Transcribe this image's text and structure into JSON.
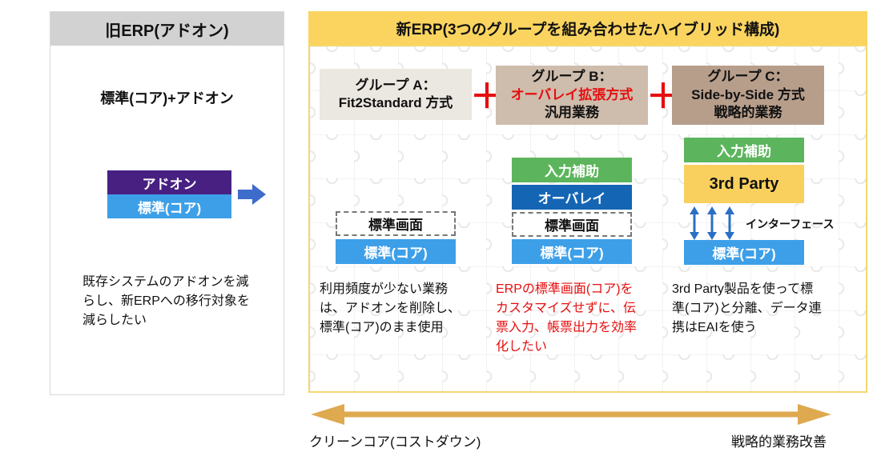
{
  "colors": {
    "old_header_bg": "#D2D2D2",
    "new_header_bg": "#FAD45F",
    "panel_border_yellow": "#F5D76E",
    "addon_purple": "#472082",
    "core_blue": "#3D9FE8",
    "assist_green": "#5CB55C",
    "overlay_blue": "#1565B5",
    "third_party_yellow": "#F9D05E",
    "accent_red": "#E60E0E",
    "axis_gold": "#DEA94F",
    "flow_arrow_blue": "#3D6CCB",
    "interface_arrow_blue": "#2B6FC5"
  },
  "old_erp": {
    "title": "旧ERP(アドオン)",
    "formula": "標準(コア)+アドオン",
    "stack": [
      {
        "label": "アドオン"
      },
      {
        "label": "標準(コア)"
      }
    ],
    "description": "既存システムのアドオンを減らし、新ERPへの移行対象を減らしたい"
  },
  "new_erp": {
    "title": "新ERP(3つのグループを組み合わせたハイブリッド構成)",
    "plus": "＋",
    "interface_label": "インターフェース",
    "groups": [
      {
        "title_lines": [
          "グループ A：",
          "Fit2Standard 方式"
        ],
        "stack": [
          {
            "label": "標準画面"
          },
          {
            "label": "標準(コア)"
          }
        ],
        "description": "利用頻度が少ない業務は、アドオンを削除し、標準(コア)のまま使用"
      },
      {
        "title_lines": [
          "グループ B：",
          "オーバレイ拡張方式",
          "汎用業務"
        ],
        "stack": [
          {
            "label": "入力補助"
          },
          {
            "label": "オーバレイ"
          },
          {
            "label": "標準画面"
          },
          {
            "label": "標準(コア)"
          }
        ],
        "description": "ERPの標準画面(コア)をカスタマイズせずに、伝票入力、帳票出力を効率化したい"
      },
      {
        "title_lines": [
          "グループ C：",
          "Side-by-Side 方式",
          "戦略的業務"
        ],
        "stack": [
          {
            "label": "入力補助"
          },
          {
            "label": "3rd Party"
          },
          {
            "label": "標準(コア)"
          }
        ],
        "description": "3rd Party製品を使って標準(コア)と分離、データ連携はEAIを使う"
      }
    ]
  },
  "axis": {
    "left_label": "クリーンコア(コストダウン)",
    "right_label": "戦略的業務改善"
  }
}
